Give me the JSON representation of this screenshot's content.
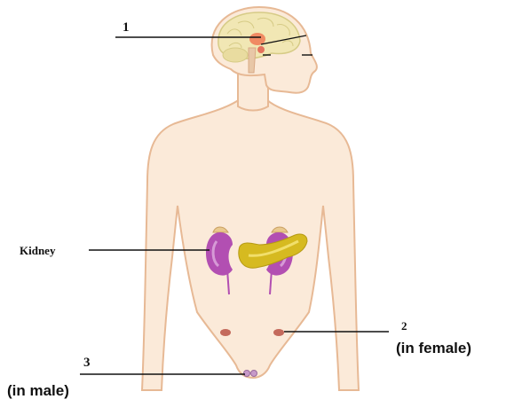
{
  "diagram": {
    "labels": {
      "label_1": "1",
      "label_2": "2",
      "label_2_note": "(in female)",
      "label_3": "3",
      "label_3_note": "(in male)",
      "kidney": "Kidney"
    },
    "colors": {
      "skin_fill": "#fbead9",
      "skin_outline": "#e7b995",
      "brain": "#f1e7b4",
      "brain_outline": "#d6cb86",
      "hypothalamus": "#f08a63",
      "pituitary": "#e4725d",
      "adrenal": "#e9c98e",
      "kidney": "#b24fb2",
      "kidney_highlight": "#d69ad6",
      "pancreas": "#d6ba20",
      "pancreas_highlight": "#f1df6b",
      "ovary": "#c46a5c",
      "testis": "#c79ac9",
      "leader_line": "#111111"
    }
  }
}
